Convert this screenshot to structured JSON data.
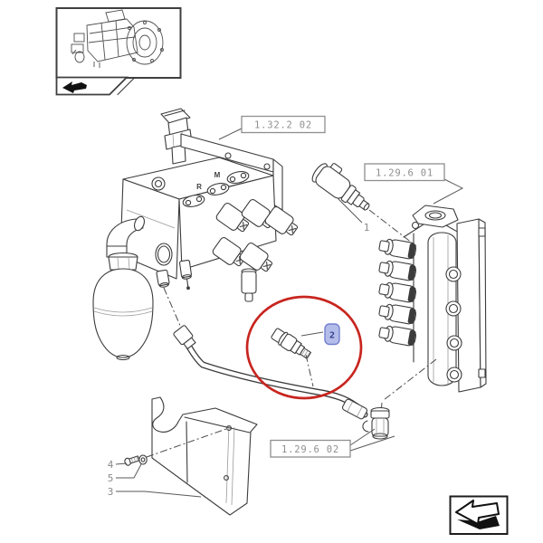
{
  "ref_labels": {
    "top_assembly": "1.32.2 02",
    "right_assembly": "1.29.6 01",
    "bottom_assembly": "1.29.6 02"
  },
  "callouts": {
    "part1": "1",
    "part2": "2",
    "part3": "3",
    "part4": "4",
    "part5": "5"
  },
  "block_markings": {
    "m_port": "M",
    "r_port": "R"
  },
  "colors": {
    "highlight_circle": "#c8251f",
    "line_art": "#3c3c3c",
    "label_text": "#8f8f8f",
    "selected_tag_fill": "#b4bce9",
    "selected_tag_border": "#7380cf",
    "selected_tag_text": "#333f8f"
  }
}
